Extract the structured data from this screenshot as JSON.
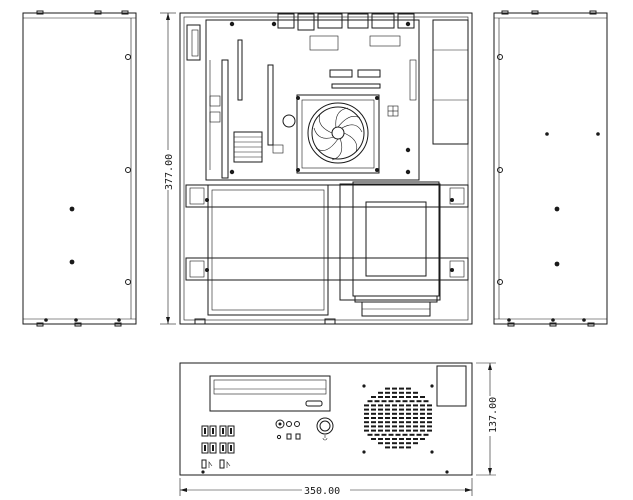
{
  "dimensions": {
    "depth": "377.00",
    "height": "137.00",
    "width": "350.00"
  }
}
